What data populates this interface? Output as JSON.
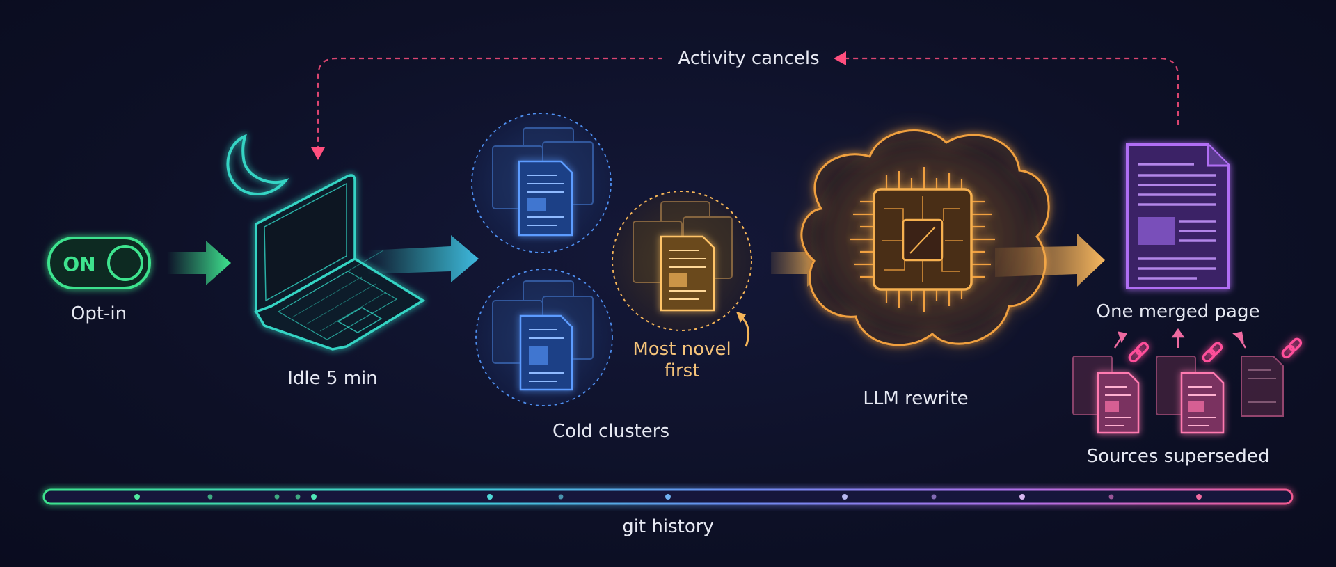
{
  "feedback": {
    "label": "Activity cancels",
    "color": "#ff4f7e"
  },
  "stages": {
    "optin": {
      "toggle_text": "ON",
      "label": "Opt-in",
      "color": "#3ee38e"
    },
    "idle": {
      "label": "Idle 5 min",
      "color": "#34d4c4"
    },
    "clusters": {
      "label": "Cold clusters",
      "color": "#4f8ff0"
    },
    "novel": {
      "label_line1": "Most novel",
      "label_line2": "first",
      "color": "#f4b458"
    },
    "llm": {
      "label": "LLM rewrite",
      "color": "#f0a040"
    },
    "merged": {
      "label": "One merged page",
      "color": "#b06ef4"
    },
    "sources": {
      "label": "Sources superseded",
      "color": "#ee6aa0"
    }
  },
  "timeline": {
    "label": "git history"
  }
}
